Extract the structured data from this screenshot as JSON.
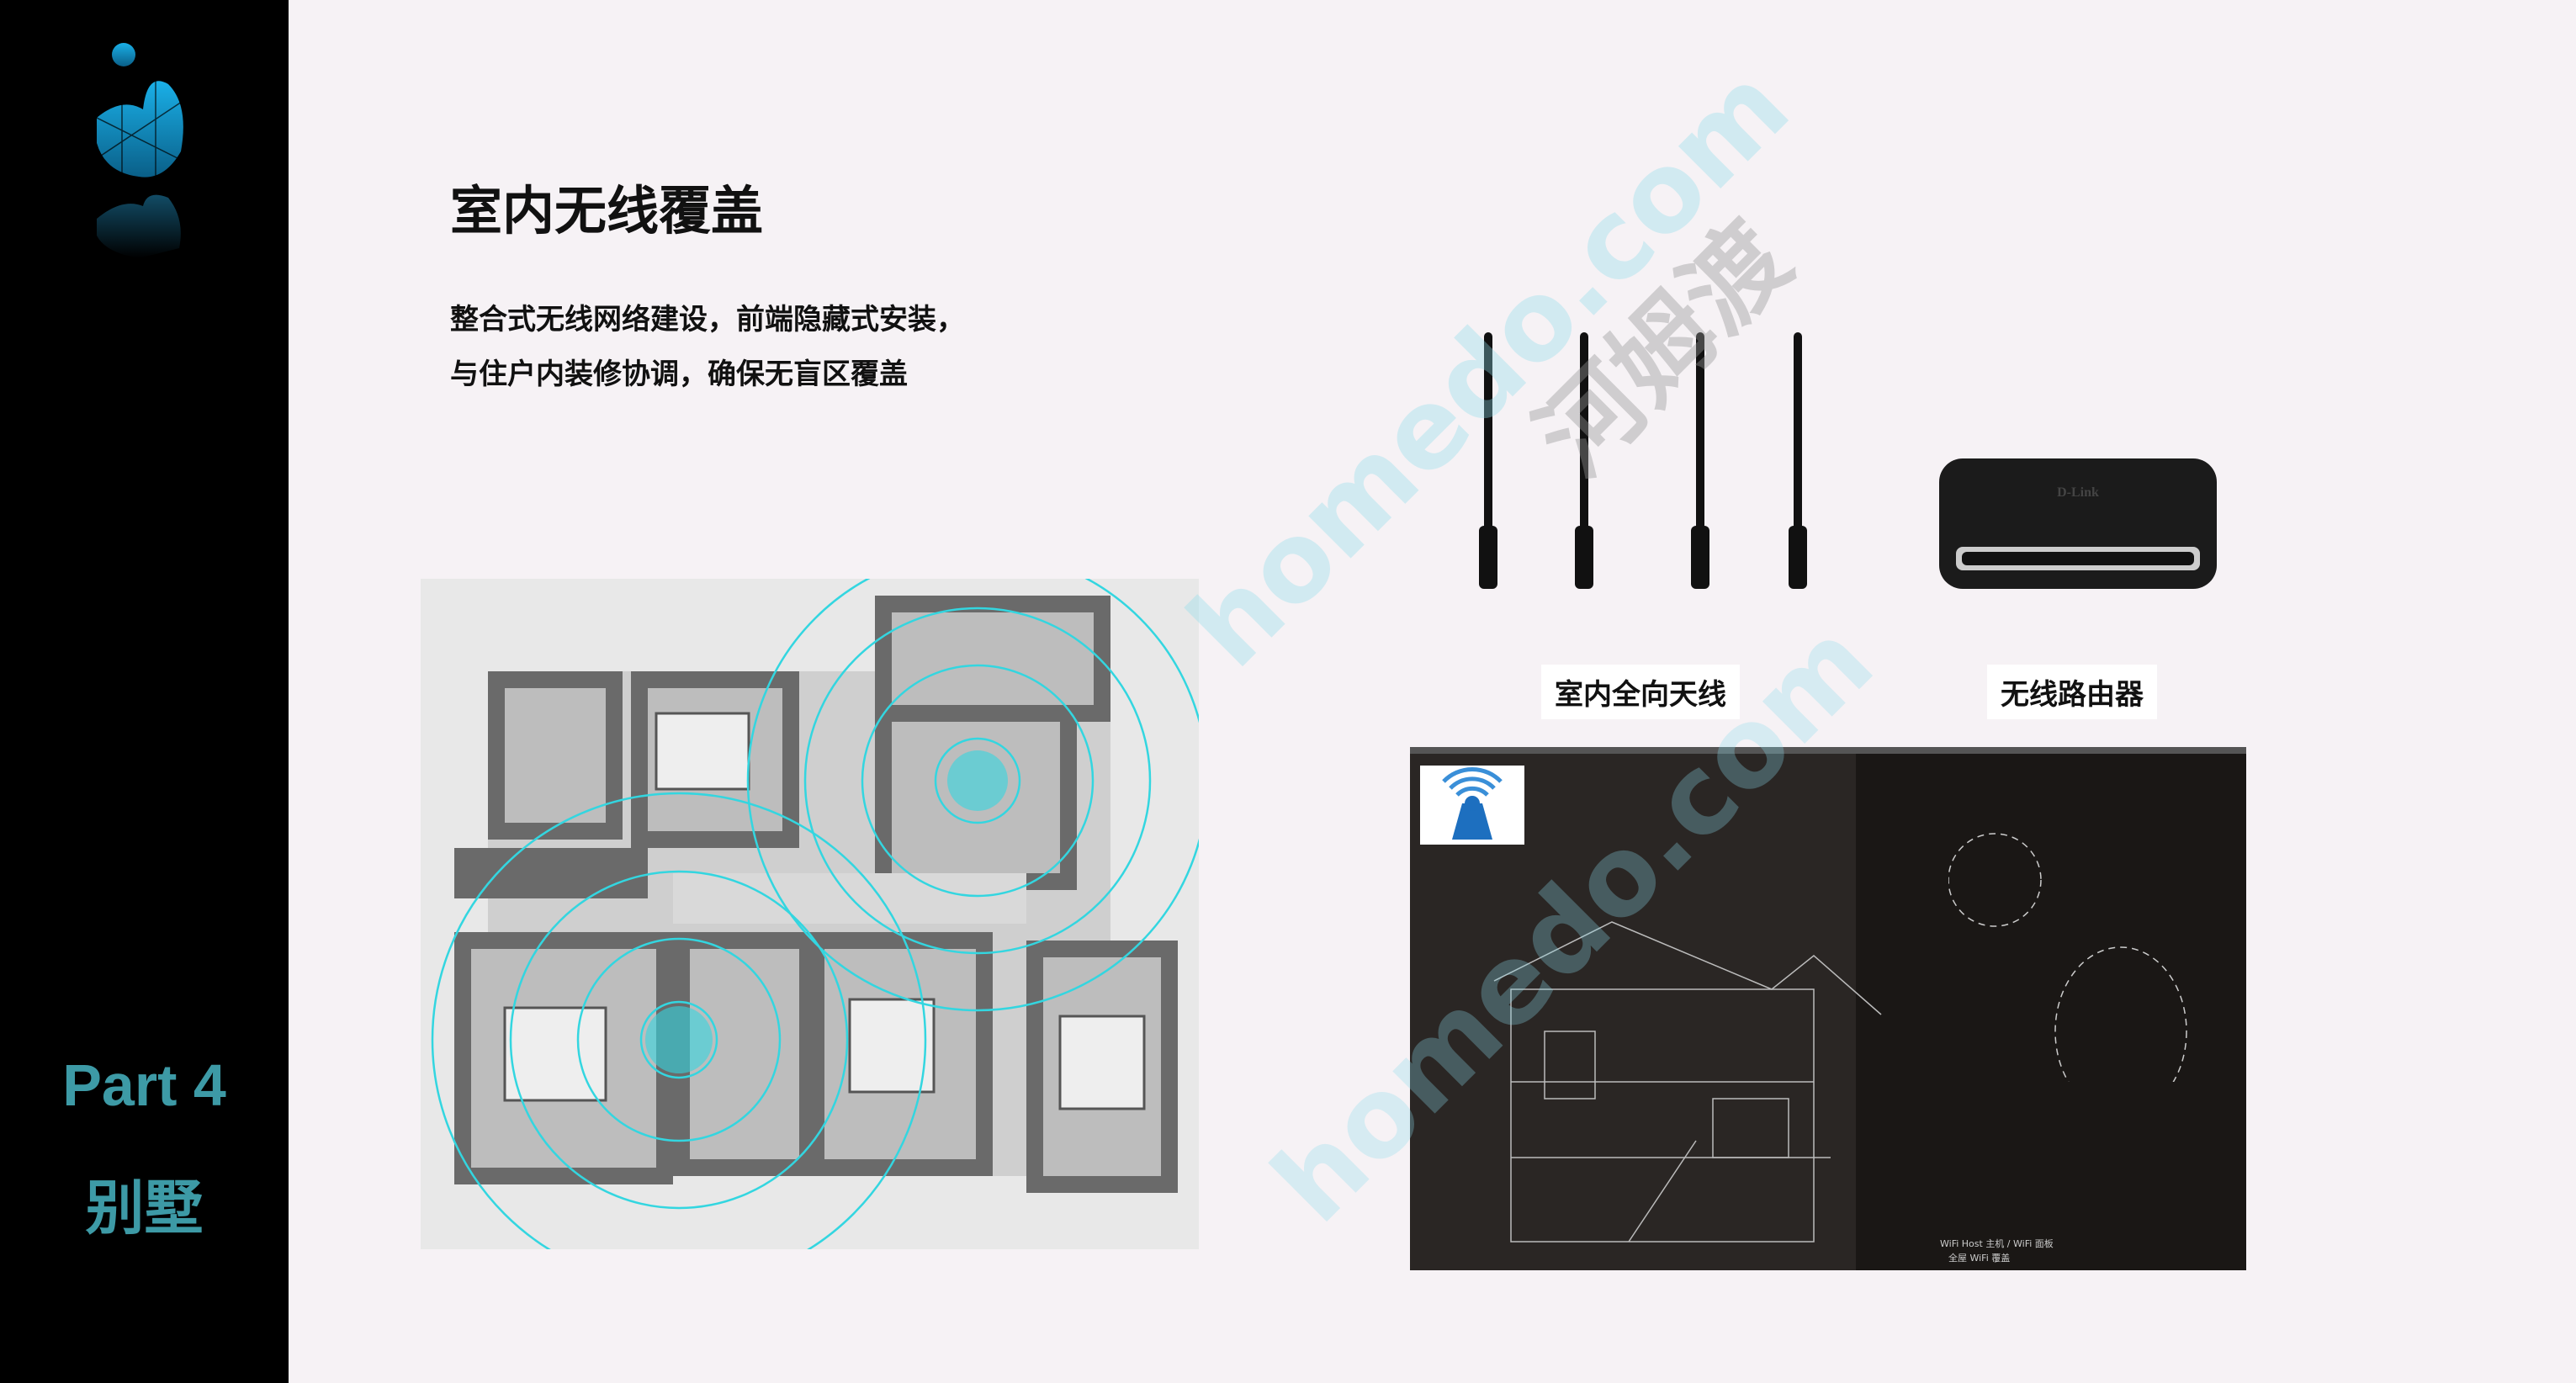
{
  "sidebar": {
    "part_number": "Part 4",
    "part_name": "别墅",
    "accent_color": "#3d9aa6"
  },
  "main": {
    "title": "室内无线覆盖",
    "description_lines": [
      "整合式无线网络建设，前端隐藏式安装，",
      "与住户内装修协调，确保无盲区覆盖"
    ]
  },
  "products": [
    {
      "label": "室内全向天线",
      "icon": "antenna-icon"
    },
    {
      "label": "无线路由器",
      "icon": "router-icon",
      "brand": "D-Link"
    }
  ],
  "diagram": {
    "host_note": "WiFi Host 主机 / WiFi 面板",
    "coverage_note": "全屋 WiFi 覆盖"
  },
  "watermarks": [
    "homedo.com",
    "河姆渡",
    "homedo.com"
  ],
  "colors": {
    "signal": "#33d6e0",
    "background": "#f6f2f5"
  }
}
